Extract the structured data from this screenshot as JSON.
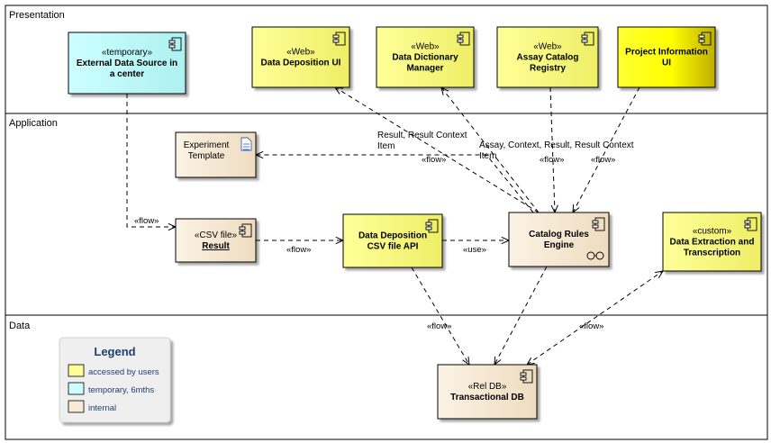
{
  "colors": {
    "user": "#ffff99",
    "user_dark": "#c8b400",
    "temp": "#ccffff",
    "internal": "#f7ebd6",
    "edge": "#000000",
    "lane_line": "#000000",
    "legend_bg": "#f0f0f0",
    "legend_title": "#1f3f6f"
  },
  "lanes": [
    {
      "id": "presentation",
      "label": "Presentation"
    },
    {
      "id": "application",
      "label": "Application"
    },
    {
      "id": "data",
      "label": "Data"
    }
  ],
  "nodes": [
    {
      "id": "ext",
      "stereo": "«temporary»",
      "lines": [
        "External Data Source in",
        "a center"
      ],
      "fill": "temp"
    },
    {
      "id": "ddui",
      "stereo": "«Web»",
      "lines": [
        "Data Deposition UI"
      ],
      "fill": "user"
    },
    {
      "id": "ddm",
      "stereo": "«Web»",
      "lines": [
        "Data Dictionary",
        "Manager"
      ],
      "fill": "user"
    },
    {
      "id": "acr",
      "stereo": "«Web»",
      "lines": [
        "Assay Catalog",
        "Registry"
      ],
      "fill": "user"
    },
    {
      "id": "piui",
      "stereo": "",
      "lines": [
        "Project Information",
        "UI"
      ],
      "fill": "user_grad"
    },
    {
      "id": "exptpl",
      "stereo": "",
      "lines": [
        "Experiment",
        "Template"
      ],
      "fill": "internal",
      "kind": "document"
    },
    {
      "id": "csv",
      "stereo": "«CSV file»",
      "lines": [
        "Result"
      ],
      "fill": "internal",
      "underline": true
    },
    {
      "id": "ddapi",
      "stereo": "",
      "lines": [
        "Data Deposition",
        "CSV file API"
      ],
      "fill": "user"
    },
    {
      "id": "cre",
      "stereo": "",
      "lines": [
        "Catalog Rules",
        "Engine"
      ],
      "fill": "internal",
      "extra": "glasses"
    },
    {
      "id": "dxt",
      "stereo": "«custom»",
      "lines": [
        "Data Extraction and",
        "Transcription"
      ],
      "fill": "user"
    },
    {
      "id": "tdb",
      "stereo": "«Rel DB»",
      "lines": [
        "Transactional DB"
      ],
      "fill": "internal"
    }
  ],
  "edges": [
    {
      "id": "e_ext_csv",
      "label": "«flow»"
    },
    {
      "id": "e_csv_api",
      "label": "«flow»"
    },
    {
      "id": "e_api_cre",
      "label": "«use»"
    },
    {
      "id": "e_cre_ddui",
      "label": "Result, Result Context Item"
    },
    {
      "id": "e_cre_ddm",
      "label": "Assay, Context, Result, Result Context Item"
    },
    {
      "id": "e_acr_cre",
      "label": "«flow»"
    },
    {
      "id": "e_piui_cre",
      "label": "«flow»"
    },
    {
      "id": "e_cre_tpl",
      "label": "«flow»"
    },
    {
      "id": "e_api_tdb",
      "label": "«flow»"
    },
    {
      "id": "e_cre_tdb",
      "label": ""
    },
    {
      "id": "e_dxt_tdb",
      "label": "«flow»"
    }
  ],
  "edge_texts": {
    "rci_line1": "Result, Result Context",
    "rci_line2": "Item",
    "acr_line1": "Assay, Context, Result, Result Context",
    "acr_line2": "Item"
  },
  "legend": {
    "title": "Legend",
    "items": [
      {
        "label": "accessed by users",
        "fill": "user"
      },
      {
        "label": "temporary, 6mths",
        "fill": "temp"
      },
      {
        "label": "internal",
        "fill": "internal"
      }
    ]
  }
}
